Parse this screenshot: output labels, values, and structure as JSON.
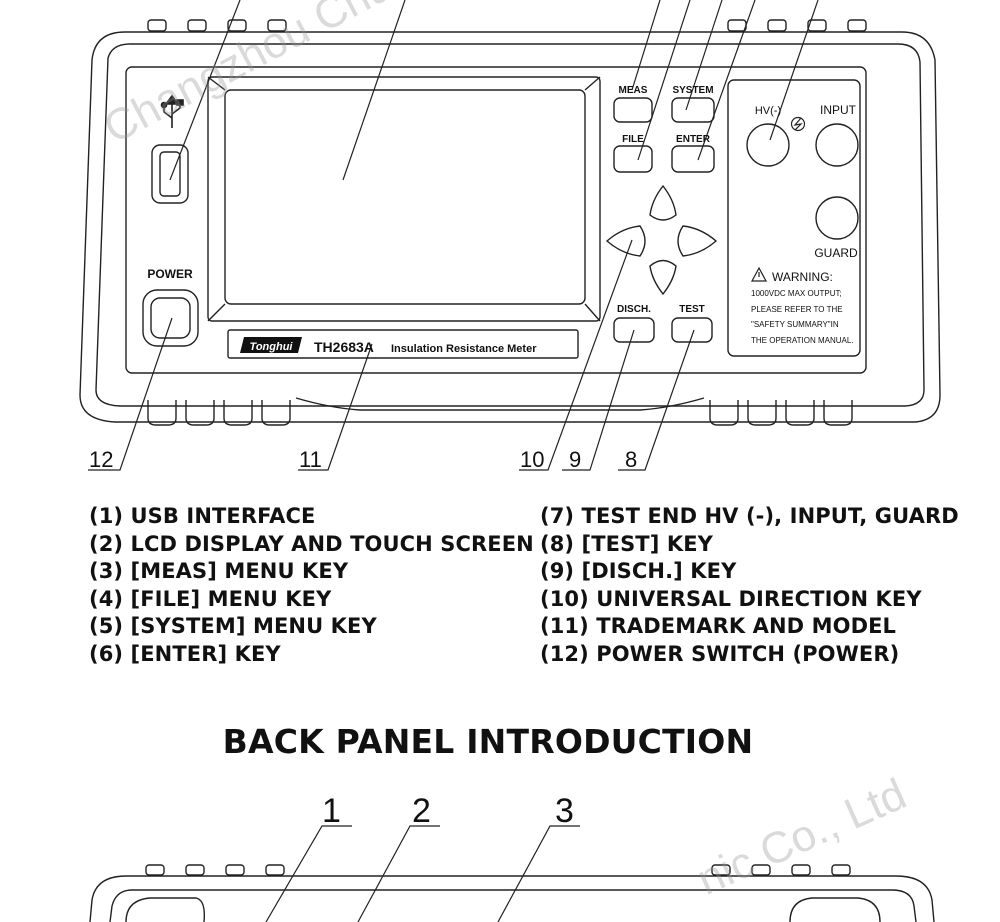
{
  "front_panel": {
    "keys": {
      "meas": "MEAS",
      "system": "SYSTEM",
      "file": "FILE",
      "enter": "ENTER",
      "disch": "DISCH.",
      "test": "TEST"
    },
    "power_label": "POWER",
    "terminals": {
      "hv": "HV(-)",
      "input": "INPUT",
      "guard": "GUARD"
    },
    "warning": {
      "title": "WARNING:",
      "lines": [
        "1000VDC MAX OUTPUT;",
        "PLEASE REFER TO THE",
        "\"SAFETY SUMMARY\"IN",
        "THE OPERATION MANUAL."
      ]
    },
    "brand": "Tonghui",
    "model": "TH2683A",
    "model_desc": "Insulation Resistance Meter",
    "callouts": [
      "12",
      "11",
      "10",
      "9",
      "8"
    ]
  },
  "legend_left": [
    "(1) USB INTERFACE",
    "(2) LCD DISPLAY AND TOUCH SCREEN",
    "(3) [MEAS] MENU KEY",
    "(4) [FILE] MENU KEY",
    "(5) [SYSTEM] MENU KEY",
    "(6) [ENTER] KEY"
  ],
  "legend_right": [
    "(7) TEST END HV (-), INPUT, GUARD",
    "(8) [TEST] KEY",
    "(9) [DISCH.] KEY",
    "(10) UNIVERSAL DIRECTION KEY",
    "(11) TRADEMARK AND MODEL",
    "(12) POWER SWITCH (POWER)"
  ],
  "back_panel": {
    "title": "BACK PANEL INTRODUCTION",
    "callouts": [
      "1",
      "2",
      "3"
    ]
  },
  "watermarks": {
    "top": "Changzhou Chuangkai",
    "bottom": "nic Co., Ltd"
  }
}
